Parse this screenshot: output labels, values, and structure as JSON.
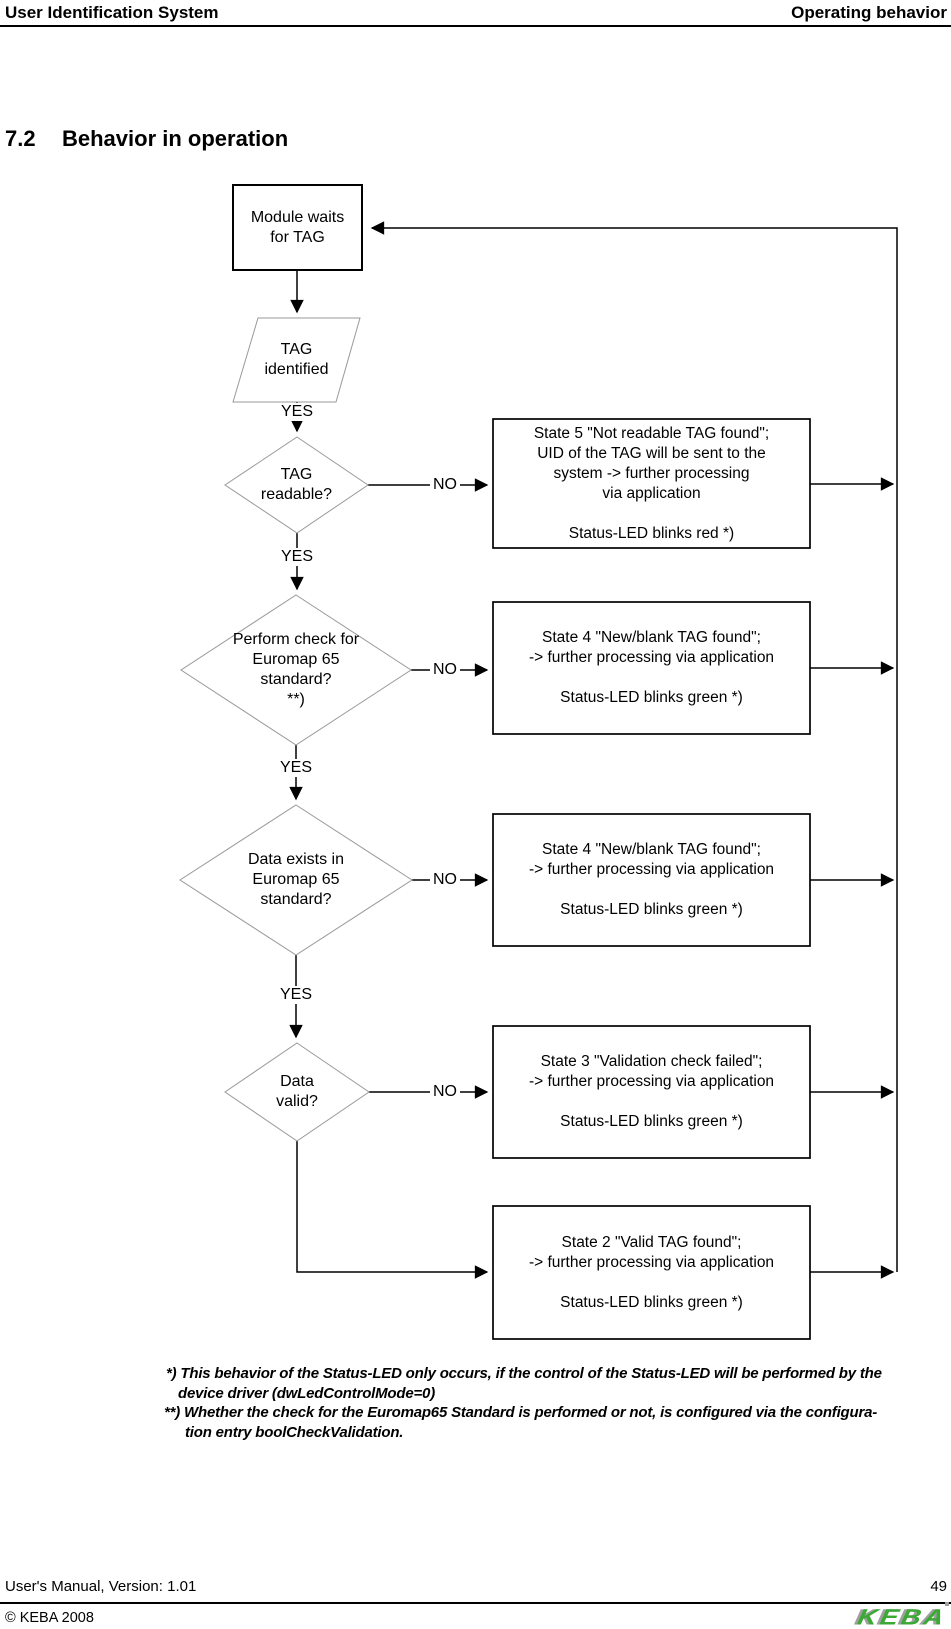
{
  "header": {
    "left": "User Identification System",
    "right": "Operating behavior"
  },
  "section": {
    "number": "7.2",
    "title": "Behavior in operation"
  },
  "flowchart": {
    "start": "Module waits\nfor TAG",
    "io": "TAG\nidentified",
    "decisions": {
      "d1": "TAG\nreadable?",
      "d2": "Perform check for\nEuromap 65\nstandard?\n**)",
      "d3": "Data exists in\nEuromap 65\nstandard?",
      "d4": "Data\nvalid?"
    },
    "states": {
      "state5": "State 5 \"Not readable TAG found\";\nUID of the TAG will be sent to the\nsystem -> further processing\nvia application\n\nStatus-LED blinks red *)",
      "state4a": "State 4 \"New/blank TAG found\";\n-> further processing via application\n\nStatus-LED blinks green *)",
      "state4b": "State 4 \"New/blank TAG found\";\n-> further processing via application\n\nStatus-LED blinks green *)",
      "state3": "State 3 \"Validation check failed\";\n-> further processing via application\n\nStatus-LED blinks green *)",
      "state2": "State 2 \"Valid TAG found\";\n-> further processing via application\n\nStatus-LED blinks green *)"
    },
    "labels": {
      "yes": "YES",
      "no": "NO"
    }
  },
  "footnotes": {
    "lines": [
      "*) This behavior of the Status-LED only occurs, if the control of the Status-LED will be performed by the",
      "device driver (dwLedControlMode=0)",
      "**) Whether the check for the Euromap65 Standard is performed or not, is configured via the configura-",
      "tion entry boolCheckValidation."
    ]
  },
  "footer": {
    "left": "User's Manual, Version: 1.01",
    "page_number": "49",
    "copyright": "© KEBA 2008",
    "logo": "KEBA"
  },
  "colors": {
    "logo_green": "#3aaa35",
    "logo_gray": "#9f9f9f",
    "shape_outline_gray": "#999999"
  }
}
